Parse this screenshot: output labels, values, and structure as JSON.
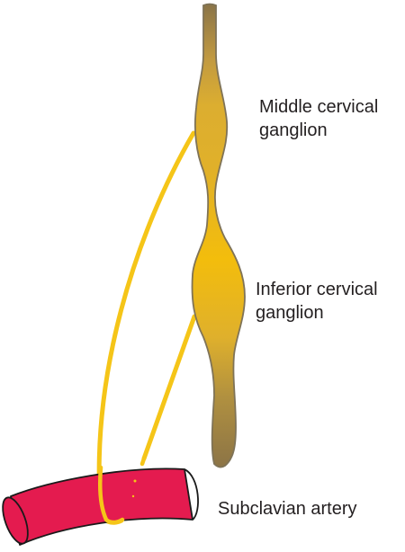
{
  "labels": {
    "middle_ganglion": [
      "Middle cervical",
      "ganglion"
    ],
    "inferior_ganglion": [
      "Inferior cervical",
      "ganglion"
    ],
    "subclavian_artery": "Subclavian artery"
  },
  "colors": {
    "trunk_dark": "#8c7346",
    "ganglion_gold": "#f0bc12",
    "nerve_yellow": "#f5c518",
    "artery_red": "#e41b4f",
    "artery_outline": "#1a1a1a",
    "text": "#231f20"
  }
}
